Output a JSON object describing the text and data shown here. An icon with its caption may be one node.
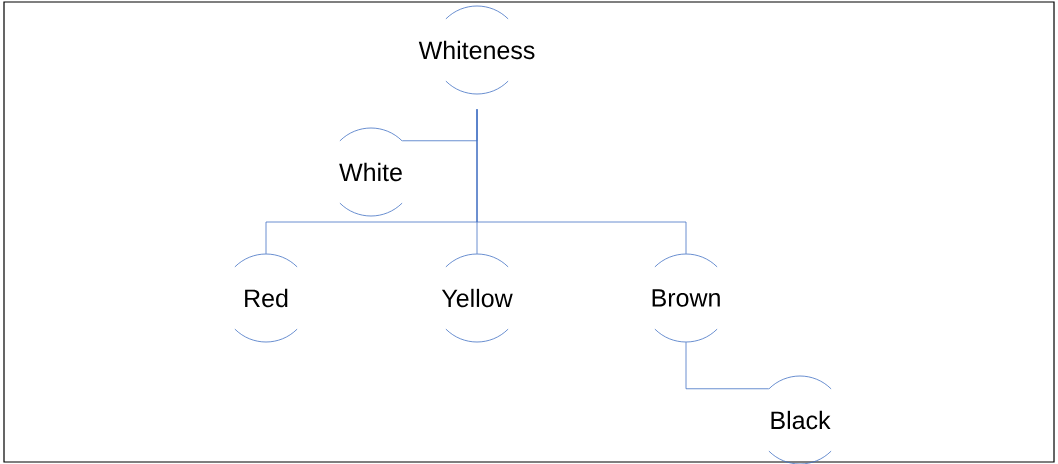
{
  "diagram": {
    "nodes": [
      {
        "text": [
          "Whiteness"
        ]
      },
      {
        "text": [
          "White"
        ]
      },
      {
        "text": [
          "Red"
        ]
      },
      {
        "text": [
          "Yellow"
        ]
      },
      {
        "text": [
          "Brown"
        ]
      },
      {
        "text": [
          "Black"
        ]
      }
    ],
    "edges": [
      {
        "from": 0,
        "to": 1,
        "arrow": "none"
      },
      {
        "from": 0,
        "to": 2,
        "arrow": "none"
      },
      {
        "from": 0,
        "to": 3,
        "arrow": "none"
      },
      {
        "from": 0,
        "to": 4,
        "arrow": "none"
      },
      {
        "from": 4,
        "to": 5,
        "arrow": "none"
      }
    ]
  }
}
